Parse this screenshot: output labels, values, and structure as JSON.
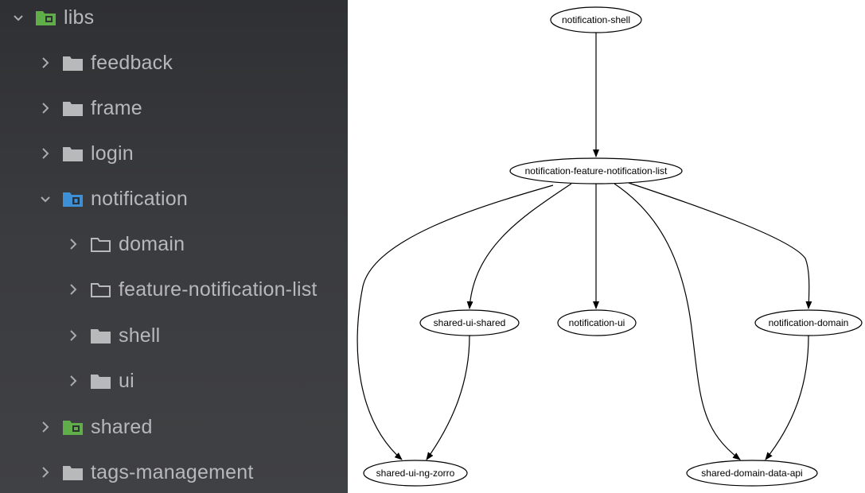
{
  "project_tree": {
    "items": [
      {
        "label": "libs",
        "expanded": true,
        "icon": "module-folder-icon"
      },
      {
        "label": "feedback",
        "expanded": false,
        "icon": "folder-icon"
      },
      {
        "label": "frame",
        "expanded": false,
        "icon": "folder-icon"
      },
      {
        "label": "login",
        "expanded": false,
        "icon": "folder-icon"
      },
      {
        "label": "notification",
        "expanded": true,
        "icon": "module-folder-icon"
      },
      {
        "label": "domain",
        "expanded": false,
        "icon": "folder-outline-icon"
      },
      {
        "label": "feature-notification-list",
        "expanded": false,
        "icon": "folder-outline-icon"
      },
      {
        "label": "shell",
        "expanded": false,
        "icon": "folder-icon"
      },
      {
        "label": "ui",
        "expanded": false,
        "icon": "folder-icon"
      },
      {
        "label": "shared",
        "expanded": false,
        "icon": "module-folder-icon"
      },
      {
        "label": "tags-management",
        "expanded": false,
        "icon": "folder-icon"
      }
    ]
  },
  "dependency_graph": {
    "nodes": [
      {
        "id": "shell",
        "label": "notification-shell"
      },
      {
        "id": "feature",
        "label": "notification-feature-notification-list"
      },
      {
        "id": "shared_ui_shared",
        "label": "shared-ui-shared"
      },
      {
        "id": "notification_ui",
        "label": "notification-ui"
      },
      {
        "id": "notification_domain",
        "label": "notification-domain"
      },
      {
        "id": "ng_zorro",
        "label": "shared-ui-ng-zorro"
      },
      {
        "id": "data_api",
        "label": "shared-domain-data-api"
      }
    ],
    "edges": [
      [
        "shell",
        "feature"
      ],
      [
        "feature",
        "ng_zorro"
      ],
      [
        "feature",
        "shared_ui_shared"
      ],
      [
        "feature",
        "notification_ui"
      ],
      [
        "feature",
        "data_api"
      ],
      [
        "feature",
        "notification_domain"
      ],
      [
        "shared_ui_shared",
        "ng_zorro"
      ],
      [
        "notification_domain",
        "data_api"
      ]
    ]
  },
  "colors": {
    "tree_background": "#3a3b3e",
    "tree_text": "#b6b8bb",
    "folder_grey": "#b8b9bb",
    "module_green": "#5fae4a",
    "module_blue": "#3d8fd6",
    "graph_stroke": "#000000"
  }
}
